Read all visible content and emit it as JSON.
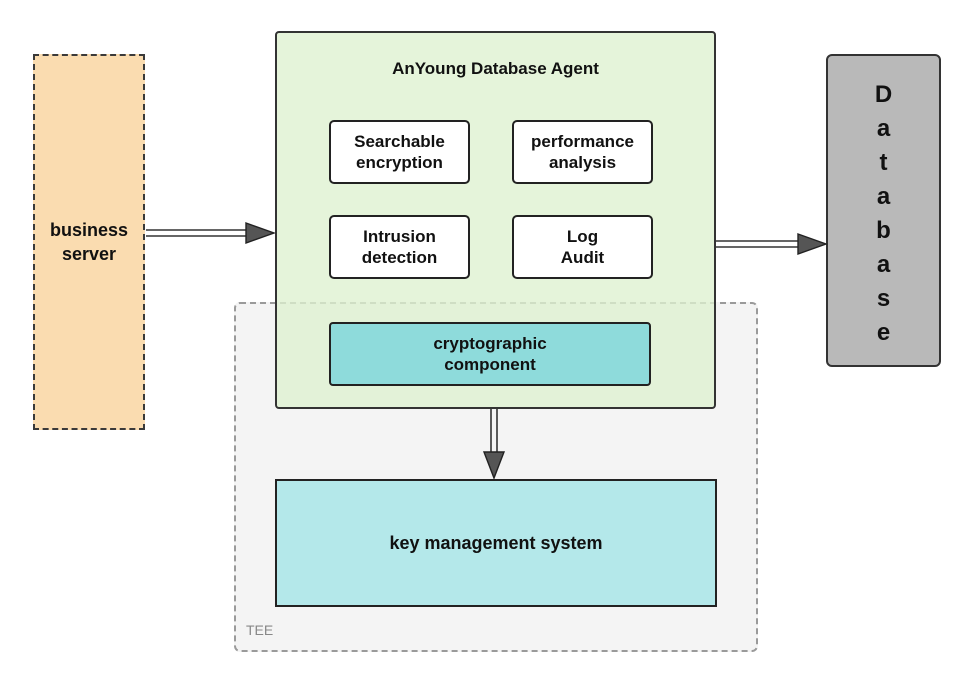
{
  "business_server": {
    "label": "business\nserver",
    "fill": "#fadcb0"
  },
  "agent": {
    "title": "AnYoung Database Agent",
    "fill": "#def1d0",
    "modules": {
      "searchable": "Searchable\nencryption",
      "performance": "performance\nanalysis",
      "intrusion": "Intrusion\ndetection",
      "log_audit": "Log\nAudit"
    }
  },
  "crypto_component": {
    "label": "cryptographic\ncomponent",
    "fill": "#8edbdb"
  },
  "key_management": {
    "label": "key management system",
    "fill": "#b4e8ea"
  },
  "database": {
    "letters": [
      "D",
      "a",
      "t",
      "a",
      "b",
      "a",
      "s",
      "e"
    ],
    "fill": "#b9b9b9"
  },
  "tee": {
    "label": "TEE"
  },
  "connections": [
    {
      "from": "business-server",
      "to": "anyoung-database-agent",
      "style": "double-arrow"
    },
    {
      "from": "anyoung-database-agent",
      "to": "database",
      "style": "double-arrow"
    },
    {
      "from": "cryptographic-component",
      "to": "key-management-system",
      "style": "double-arrow"
    }
  ]
}
